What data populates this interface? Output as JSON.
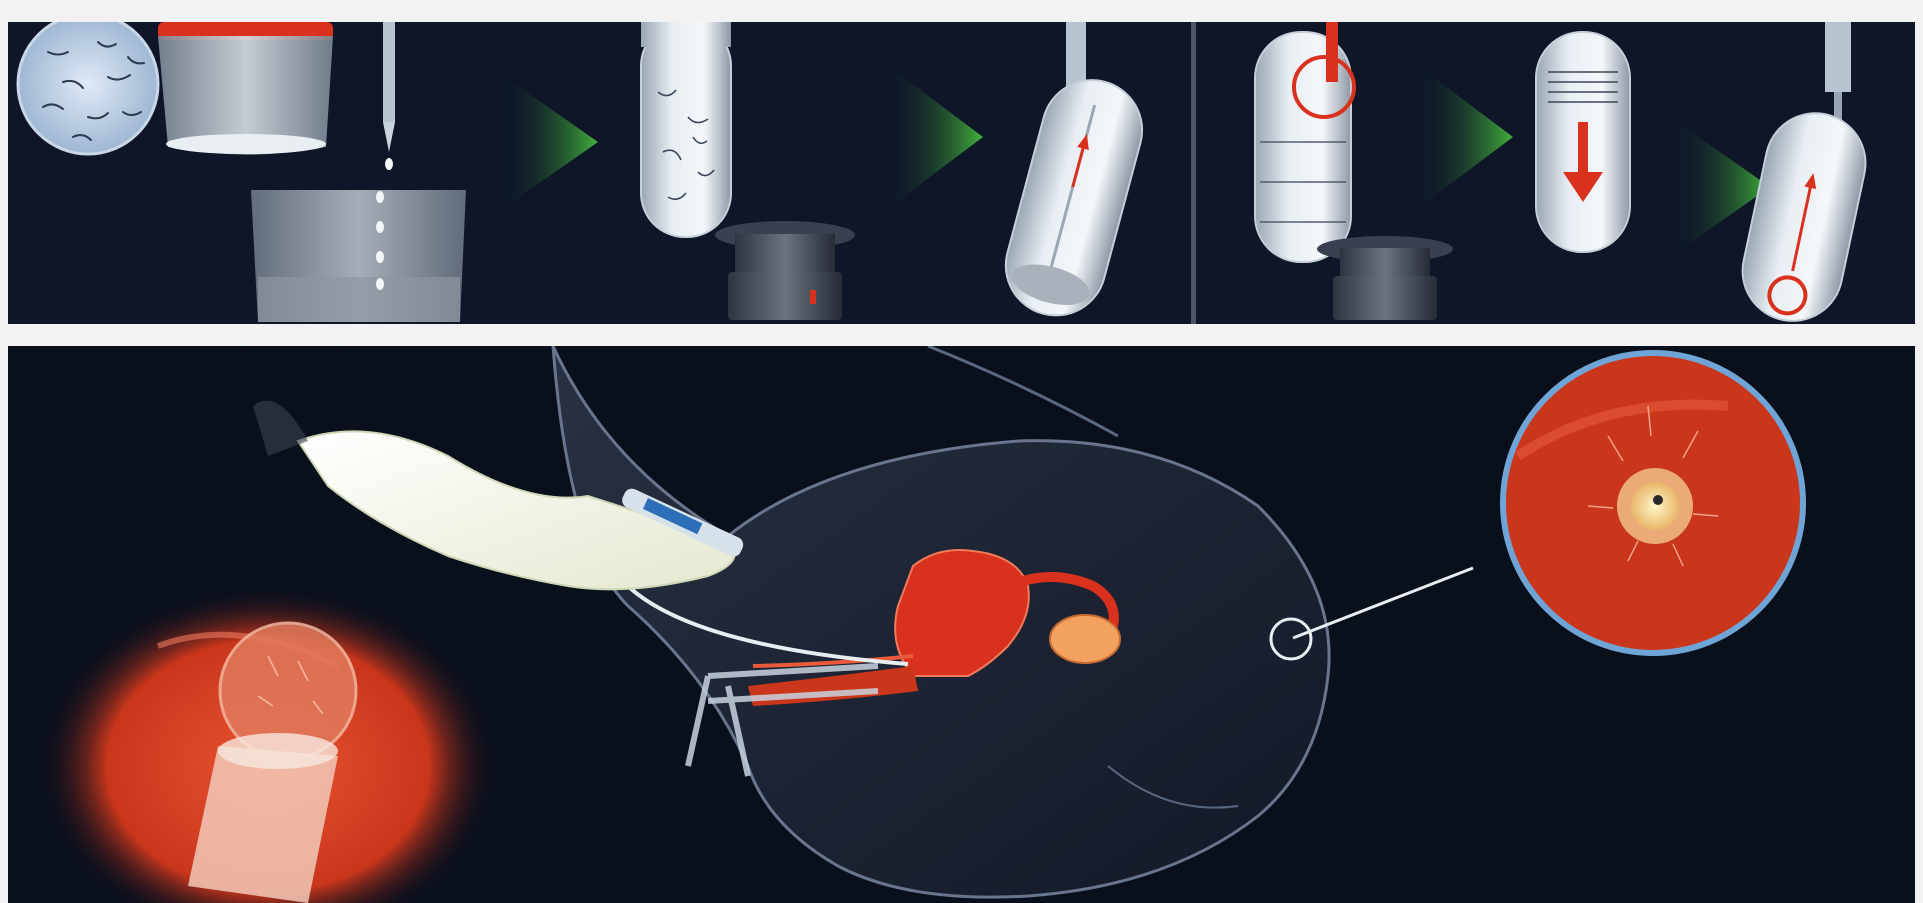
{
  "figure": {
    "caption": "",
    "background_color": "#0c1424",
    "separator_color": "#f2f2f2",
    "accent_red": "#d8321e",
    "arrow_green": "#3fae3a"
  },
  "top_strip": {
    "panels": [
      {
        "icon": "semen-collection-icon"
      },
      {
        "icon": "centrifuge-tube-icon"
      },
      {
        "icon": "tilted-tube-pipette-icon"
      },
      {
        "icon": "layered-tube-icon"
      },
      {
        "icon": "settling-tube-icon"
      },
      {
        "icon": "pellet-tube-icon"
      }
    ],
    "arrows": [
      "green-arrow",
      "green-arrow",
      "green-arrow",
      "green-arrow"
    ]
  },
  "bottom_scene": {
    "elements": [
      "gloved-hand-syringe",
      "catheter",
      "pelvis-silhouette",
      "uterus-anatomy",
      "speculum",
      "magnified-catheter-tip",
      "magnified-egg"
    ]
  }
}
